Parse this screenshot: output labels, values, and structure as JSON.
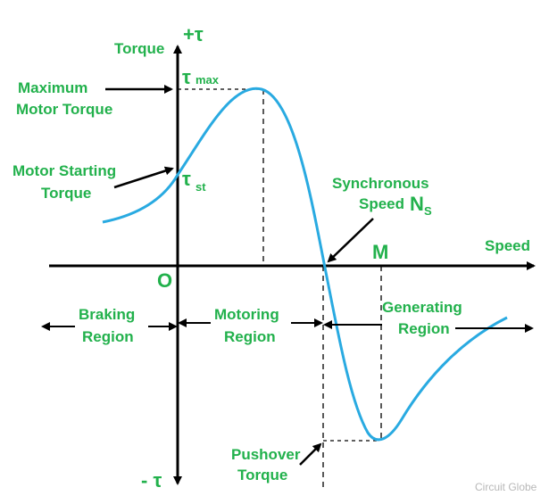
{
  "axes": {
    "y_top_label": "+τ",
    "y_bottom_label": "- τ",
    "y_title": "Torque",
    "x_title": "Speed",
    "origin": "O",
    "m_point": "M"
  },
  "markers": {
    "tau_max_main": "τ",
    "tau_max_sub": "max",
    "tau_st_main": "τ",
    "tau_st_sub": "st"
  },
  "labels": {
    "max_torque_line1": "Maximum",
    "max_torque_line2": "Motor Torque",
    "start_torque_line1": "Motor Starting",
    "start_torque_line2": "Torque",
    "sync_line1": "Synchronous",
    "sync_line2": "Speed",
    "sync_symbol": "N",
    "sync_symbol_sub": "S",
    "pushover_line1": "Pushover",
    "pushover_line2": "Torque"
  },
  "regions": {
    "braking_line1": "Braking",
    "braking_line2": "Region",
    "motoring_line1": "Motoring",
    "motoring_line2": "Region",
    "generating_line1": "Generating",
    "generating_line2": "Region"
  },
  "watermark": "Circuit Globe",
  "colors": {
    "curve": "#29aae1",
    "text": "#22b14c",
    "axis": "#000000"
  }
}
